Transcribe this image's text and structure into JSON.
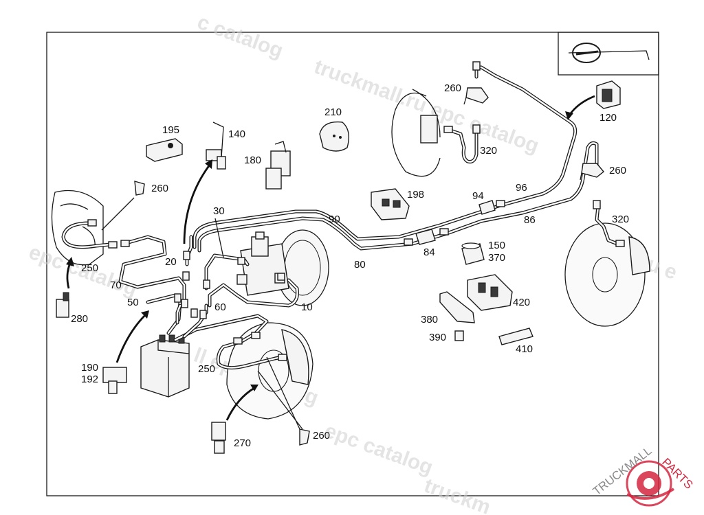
{
  "callouts": [
    {
      "id": "c10",
      "text": "10"
    },
    {
      "id": "c20",
      "text": "20"
    },
    {
      "id": "c30",
      "text": "30"
    },
    {
      "id": "c50",
      "text": "50"
    },
    {
      "id": "c60",
      "text": "60"
    },
    {
      "id": "c70",
      "text": "70"
    },
    {
      "id": "c80",
      "text": "80"
    },
    {
      "id": "c84",
      "text": "84"
    },
    {
      "id": "c86",
      "text": "86"
    },
    {
      "id": "c90",
      "text": "90"
    },
    {
      "id": "c94",
      "text": "94"
    },
    {
      "id": "c96",
      "text": "96"
    },
    {
      "id": "c120",
      "text": "120"
    },
    {
      "id": "c140",
      "text": "140"
    },
    {
      "id": "c150",
      "text": "150"
    },
    {
      "id": "c370",
      "text": "370"
    },
    {
      "id": "c180",
      "text": "180"
    },
    {
      "id": "c190",
      "text": "190"
    },
    {
      "id": "c192",
      "text": "192"
    },
    {
      "id": "c195",
      "text": "195"
    },
    {
      "id": "c198",
      "text": "198"
    },
    {
      "id": "c210",
      "text": "210"
    },
    {
      "id": "c250a",
      "text": "250"
    },
    {
      "id": "c250b",
      "text": "250"
    },
    {
      "id": "c260a",
      "text": "260"
    },
    {
      "id": "c260b",
      "text": "260"
    },
    {
      "id": "c260c",
      "text": "260"
    },
    {
      "id": "c260d",
      "text": "260"
    },
    {
      "id": "c270",
      "text": "270"
    },
    {
      "id": "c280",
      "text": "280"
    },
    {
      "id": "c320a",
      "text": "320"
    },
    {
      "id": "c320b",
      "text": "320"
    },
    {
      "id": "c380",
      "text": "380"
    },
    {
      "id": "c390",
      "text": "390"
    },
    {
      "id": "c410",
      "text": "410"
    },
    {
      "id": "c420",
      "text": "420"
    }
  ],
  "watermarks": {
    "w1": "c catalog",
    "w2": "truckmall.ru epc catalog",
    "w3": "epc catalog",
    "w4": "ll epc catalog",
    "w5": "ll.ru e",
    "w6": "epc catalog",
    "w7": "truckm"
  },
  "logo": {
    "brand_main": "TRUCKMALL",
    "brand_accent": "PARTS",
    "accent_color": "#d3263f"
  }
}
